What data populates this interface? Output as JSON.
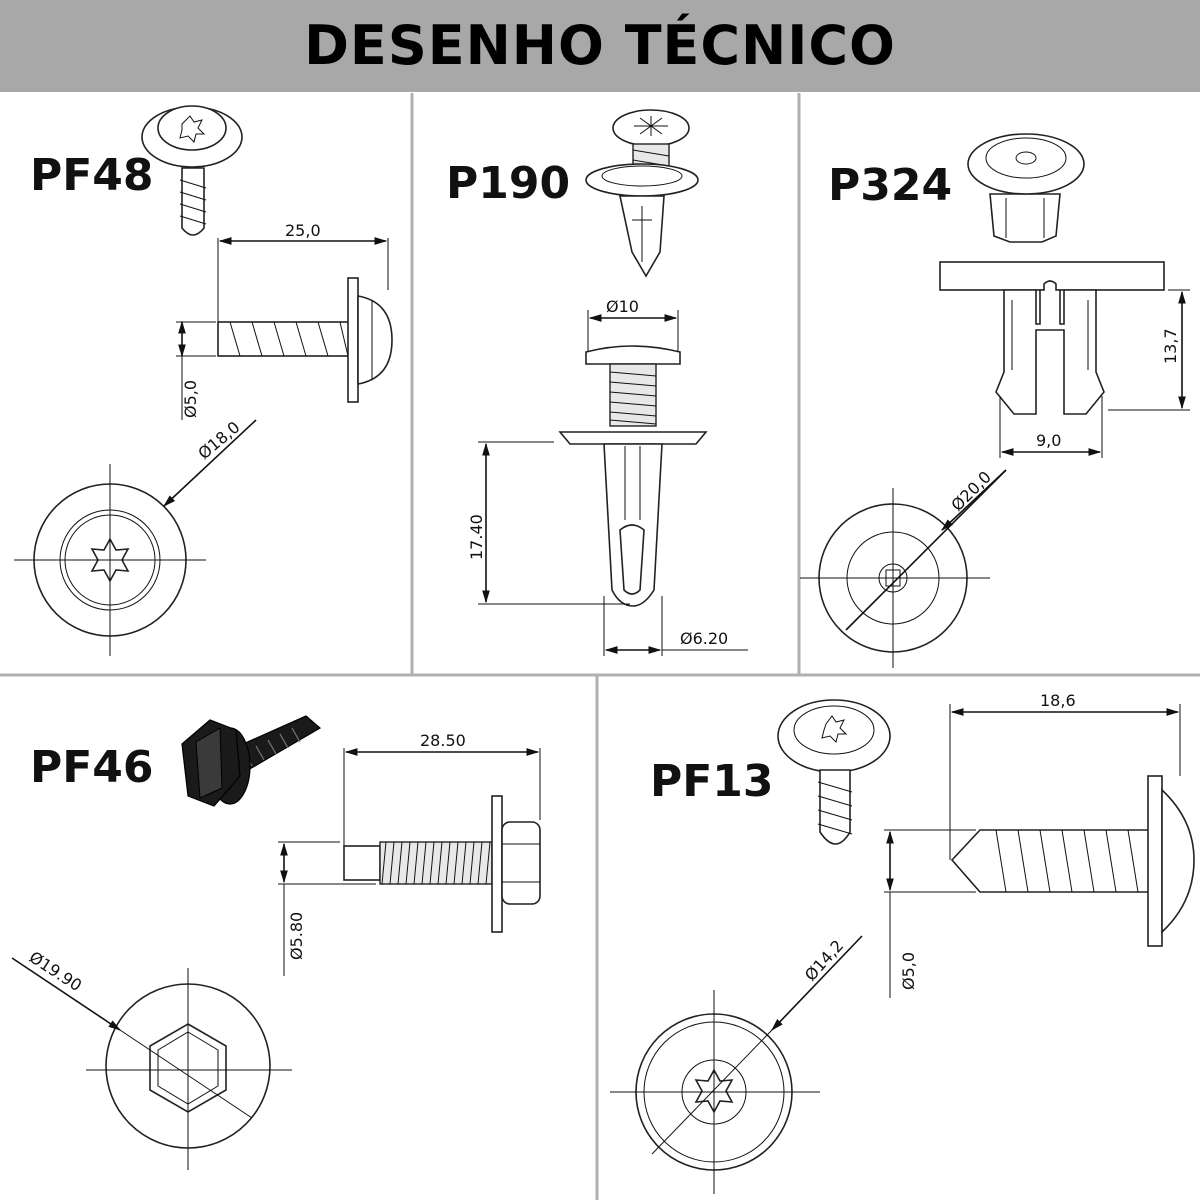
{
  "header": {
    "title": "DESENHO TÉCNICO"
  },
  "parts": {
    "pf48": {
      "code": "PF48",
      "length": "25,0",
      "thread_dia": "Ø5,0",
      "head_dia": "Ø18,0"
    },
    "p190": {
      "code": "P190",
      "head_dia": "Ø10",
      "length": "17.40",
      "body_dia": "Ø6.20"
    },
    "p324": {
      "code": "P324",
      "height": "13,7",
      "width": "9,0",
      "head_dia": "Ø20,0"
    },
    "pf46": {
      "code": "PF46",
      "length": "28.50",
      "thread_dia": "Ø5.80",
      "head_dia": "Ø19.90"
    },
    "pf13": {
      "code": "PF13",
      "length": "18,6",
      "thread_dia": "Ø5,0",
      "head_dia": "Ø14,2"
    }
  },
  "colors": {
    "header_bg": "#a8a8a8",
    "divider": "#b0b0b0",
    "ink": "#111111"
  }
}
